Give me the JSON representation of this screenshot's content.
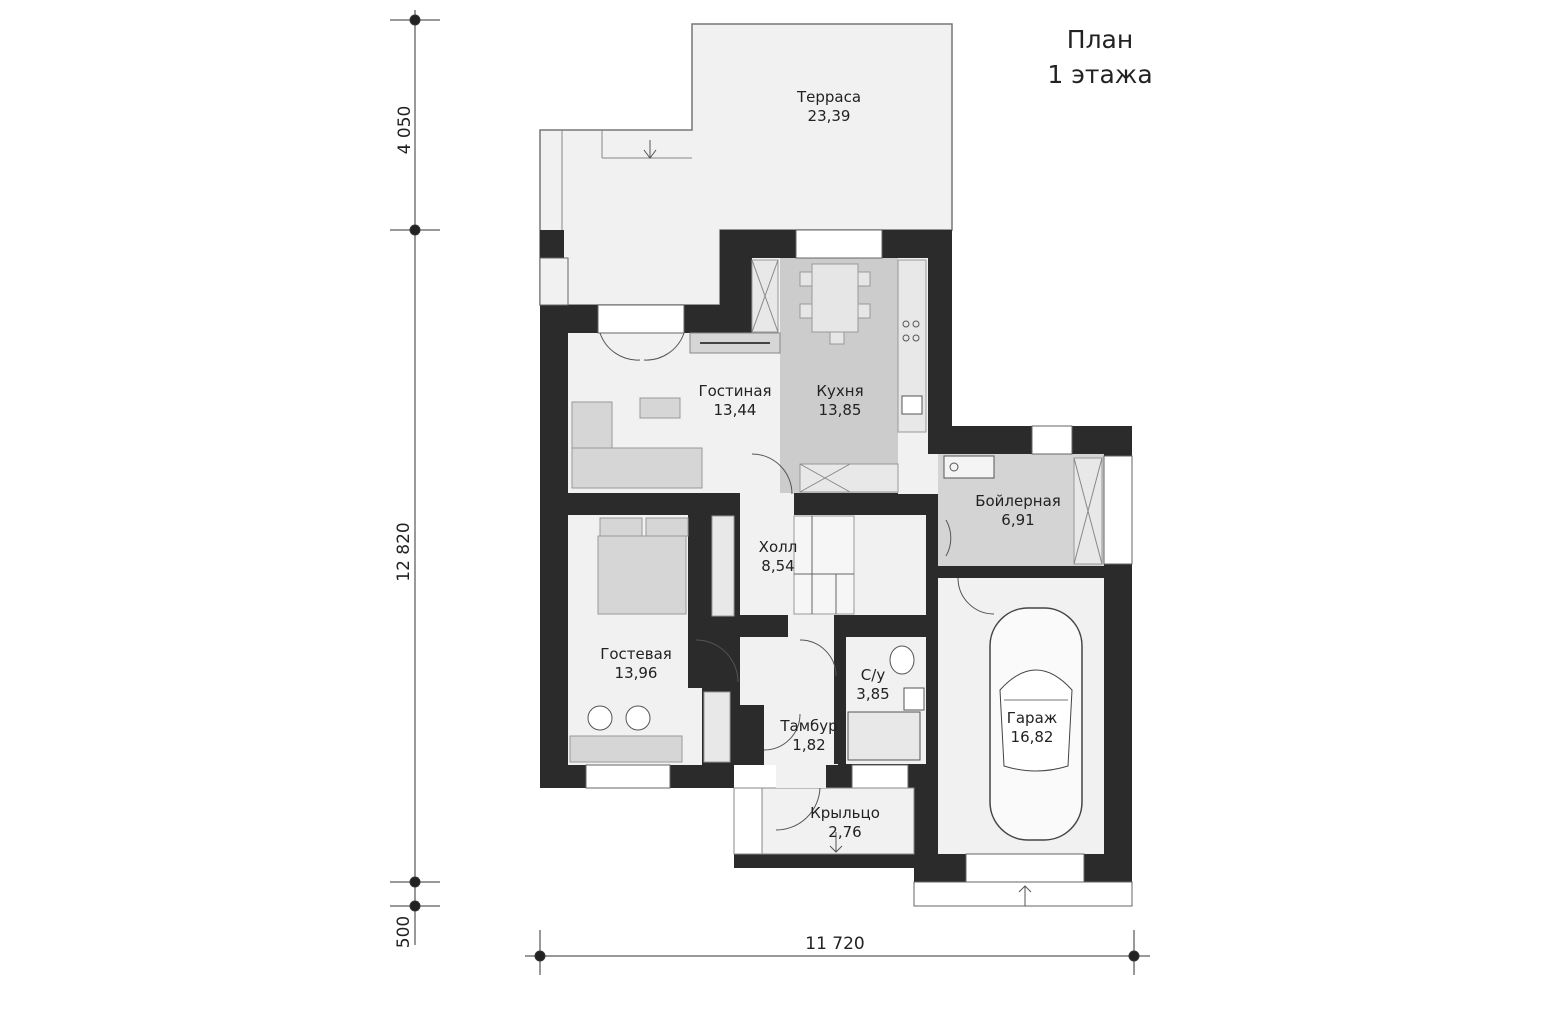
{
  "title": {
    "line1": "План",
    "line2": "1 этажа"
  },
  "rooms": [
    {
      "name": "Терраса",
      "area": "23,39"
    },
    {
      "name": "Гостиная",
      "area": "13,44"
    },
    {
      "name": "Кухня",
      "area": "13,85"
    },
    {
      "name": "Бойлерная",
      "area": "6,91"
    },
    {
      "name": "Холл",
      "area": "8,54"
    },
    {
      "name": "Гостевая",
      "area": "13,96"
    },
    {
      "name": "С/у",
      "area": "3,85"
    },
    {
      "name": "Тамбур",
      "area": "1,82"
    },
    {
      "name": "Гараж",
      "area": "16,82"
    },
    {
      "name": "Крыльцо",
      "area": "2,76"
    }
  ],
  "dimensions": {
    "top": "4 050",
    "middle": "12 820",
    "bottom": "500",
    "width": "11 720"
  },
  "colors": {
    "wall": "#2b2b2b",
    "floor": "#f1f1f1",
    "kitchen": "#cccccc",
    "boiler": "#d4d4d4",
    "furniture": "#d6d6d6",
    "line": "#333333"
  }
}
